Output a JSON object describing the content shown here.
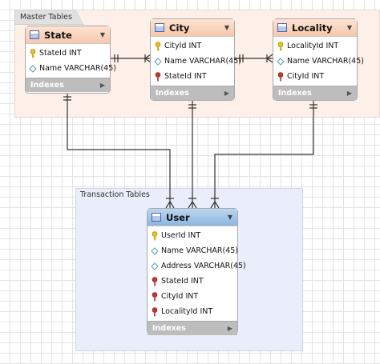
{
  "layers": {
    "master": "Master Tables",
    "transaction": "Transaction Tables"
  },
  "tables": {
    "state": {
      "name": "State",
      "columns": [
        {
          "label": "StateId INT",
          "kind": "pk"
        },
        {
          "label": "Name VARCHAR(45)",
          "kind": "col"
        }
      ],
      "indexes": "Indexes"
    },
    "city": {
      "name": "City",
      "columns": [
        {
          "label": "CityId INT",
          "kind": "pk"
        },
        {
          "label": "Name VARCHAR(45)",
          "kind": "col"
        },
        {
          "label": "StateId INT",
          "kind": "fk"
        }
      ],
      "indexes": "Indexes"
    },
    "locality": {
      "name": "Locality",
      "columns": [
        {
          "label": "LocalityId INT",
          "kind": "pk"
        },
        {
          "label": "Name VARCHAR(45)",
          "kind": "col"
        },
        {
          "label": "CityId INT",
          "kind": "fk"
        }
      ],
      "indexes": "Indexes"
    },
    "user": {
      "name": "User",
      "columns": [
        {
          "label": "UserId INT",
          "kind": "pk"
        },
        {
          "label": "Name VARCHAR(45)",
          "kind": "col"
        },
        {
          "label": "Address VARCHAR(45)",
          "kind": "col"
        },
        {
          "label": "StateId INT",
          "kind": "fk"
        },
        {
          "label": "CityId INT",
          "kind": "fk"
        },
        {
          "label": "LocalityId INT",
          "kind": "fk"
        }
      ],
      "indexes": "Indexes"
    }
  },
  "relationships": [
    {
      "from": "State",
      "to": "City",
      "type": "one-to-many"
    },
    {
      "from": "City",
      "to": "Locality",
      "type": "one-to-many"
    },
    {
      "from": "State",
      "to": "User",
      "type": "one-to-many"
    },
    {
      "from": "City",
      "to": "User",
      "type": "one-to-many"
    },
    {
      "from": "Locality",
      "to": "User",
      "type": "one-to-many"
    }
  ],
  "colors": {
    "relationship_line": "#333333",
    "master_header": "#f7c7ab",
    "transaction_header": "#8cb6de",
    "primary_key": "#e8c31a",
    "foreign_key": "#c0392b",
    "column_marker": "#5a9fb0"
  },
  "icons": {
    "table": "table-icon",
    "collapse": "chevron-down-icon",
    "indexes": "triangle-right-icon",
    "primary_key": "key-icon",
    "column": "diamond-icon",
    "foreign_key": "foreign-key-icon"
  }
}
